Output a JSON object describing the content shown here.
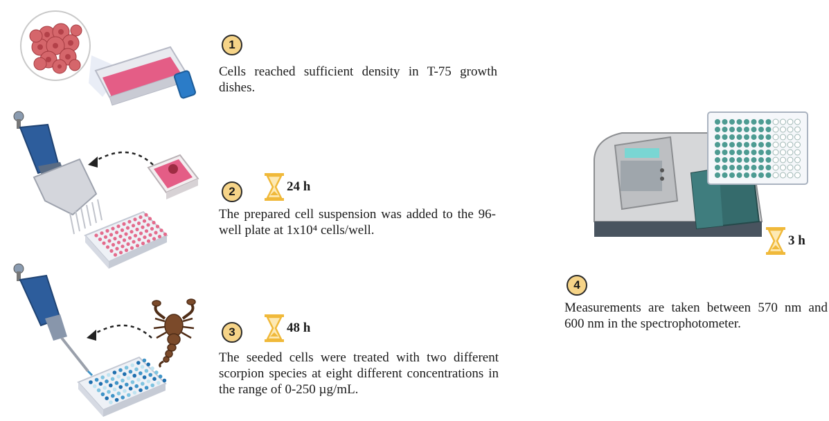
{
  "steps": [
    {
      "number": "1",
      "text": "Cells reached sufficient density in T-75 growth dishes."
    },
    {
      "number": "2",
      "duration": "24 h",
      "text": "The prepared cell suspension was added to the 96-well plate at 1x10⁴ cells/well."
    },
    {
      "number": "3",
      "duration": "48 h",
      "text": "The seeded cells were treated with two different scorpion species at eight different concentrations in the range of 0-250 µg/mL."
    },
    {
      "number": "4",
      "duration": "3 h",
      "text": "Measurements are taken between 570 nm and 600 nm in the spectrophotometer."
    }
  ],
  "icons": {
    "timer": "hourglass-icon",
    "flask": "t75-flask-icon",
    "cells": "cell-cluster-icon",
    "pipette": "multichannel-pipette-icon",
    "scorpion": "scorpion-icon",
    "plate": "96-well-plate-icon",
    "spectrophotometer": "spectrophotometer-icon"
  },
  "colors": {
    "badge_fill": "#f6d488",
    "hourglass": "#f0b93a",
    "medium_pink": "#e46b8c",
    "treated_blue": "#3f93c7",
    "pipette_blue": "#2d5d9c",
    "plate_teal": "#4d9b92"
  }
}
